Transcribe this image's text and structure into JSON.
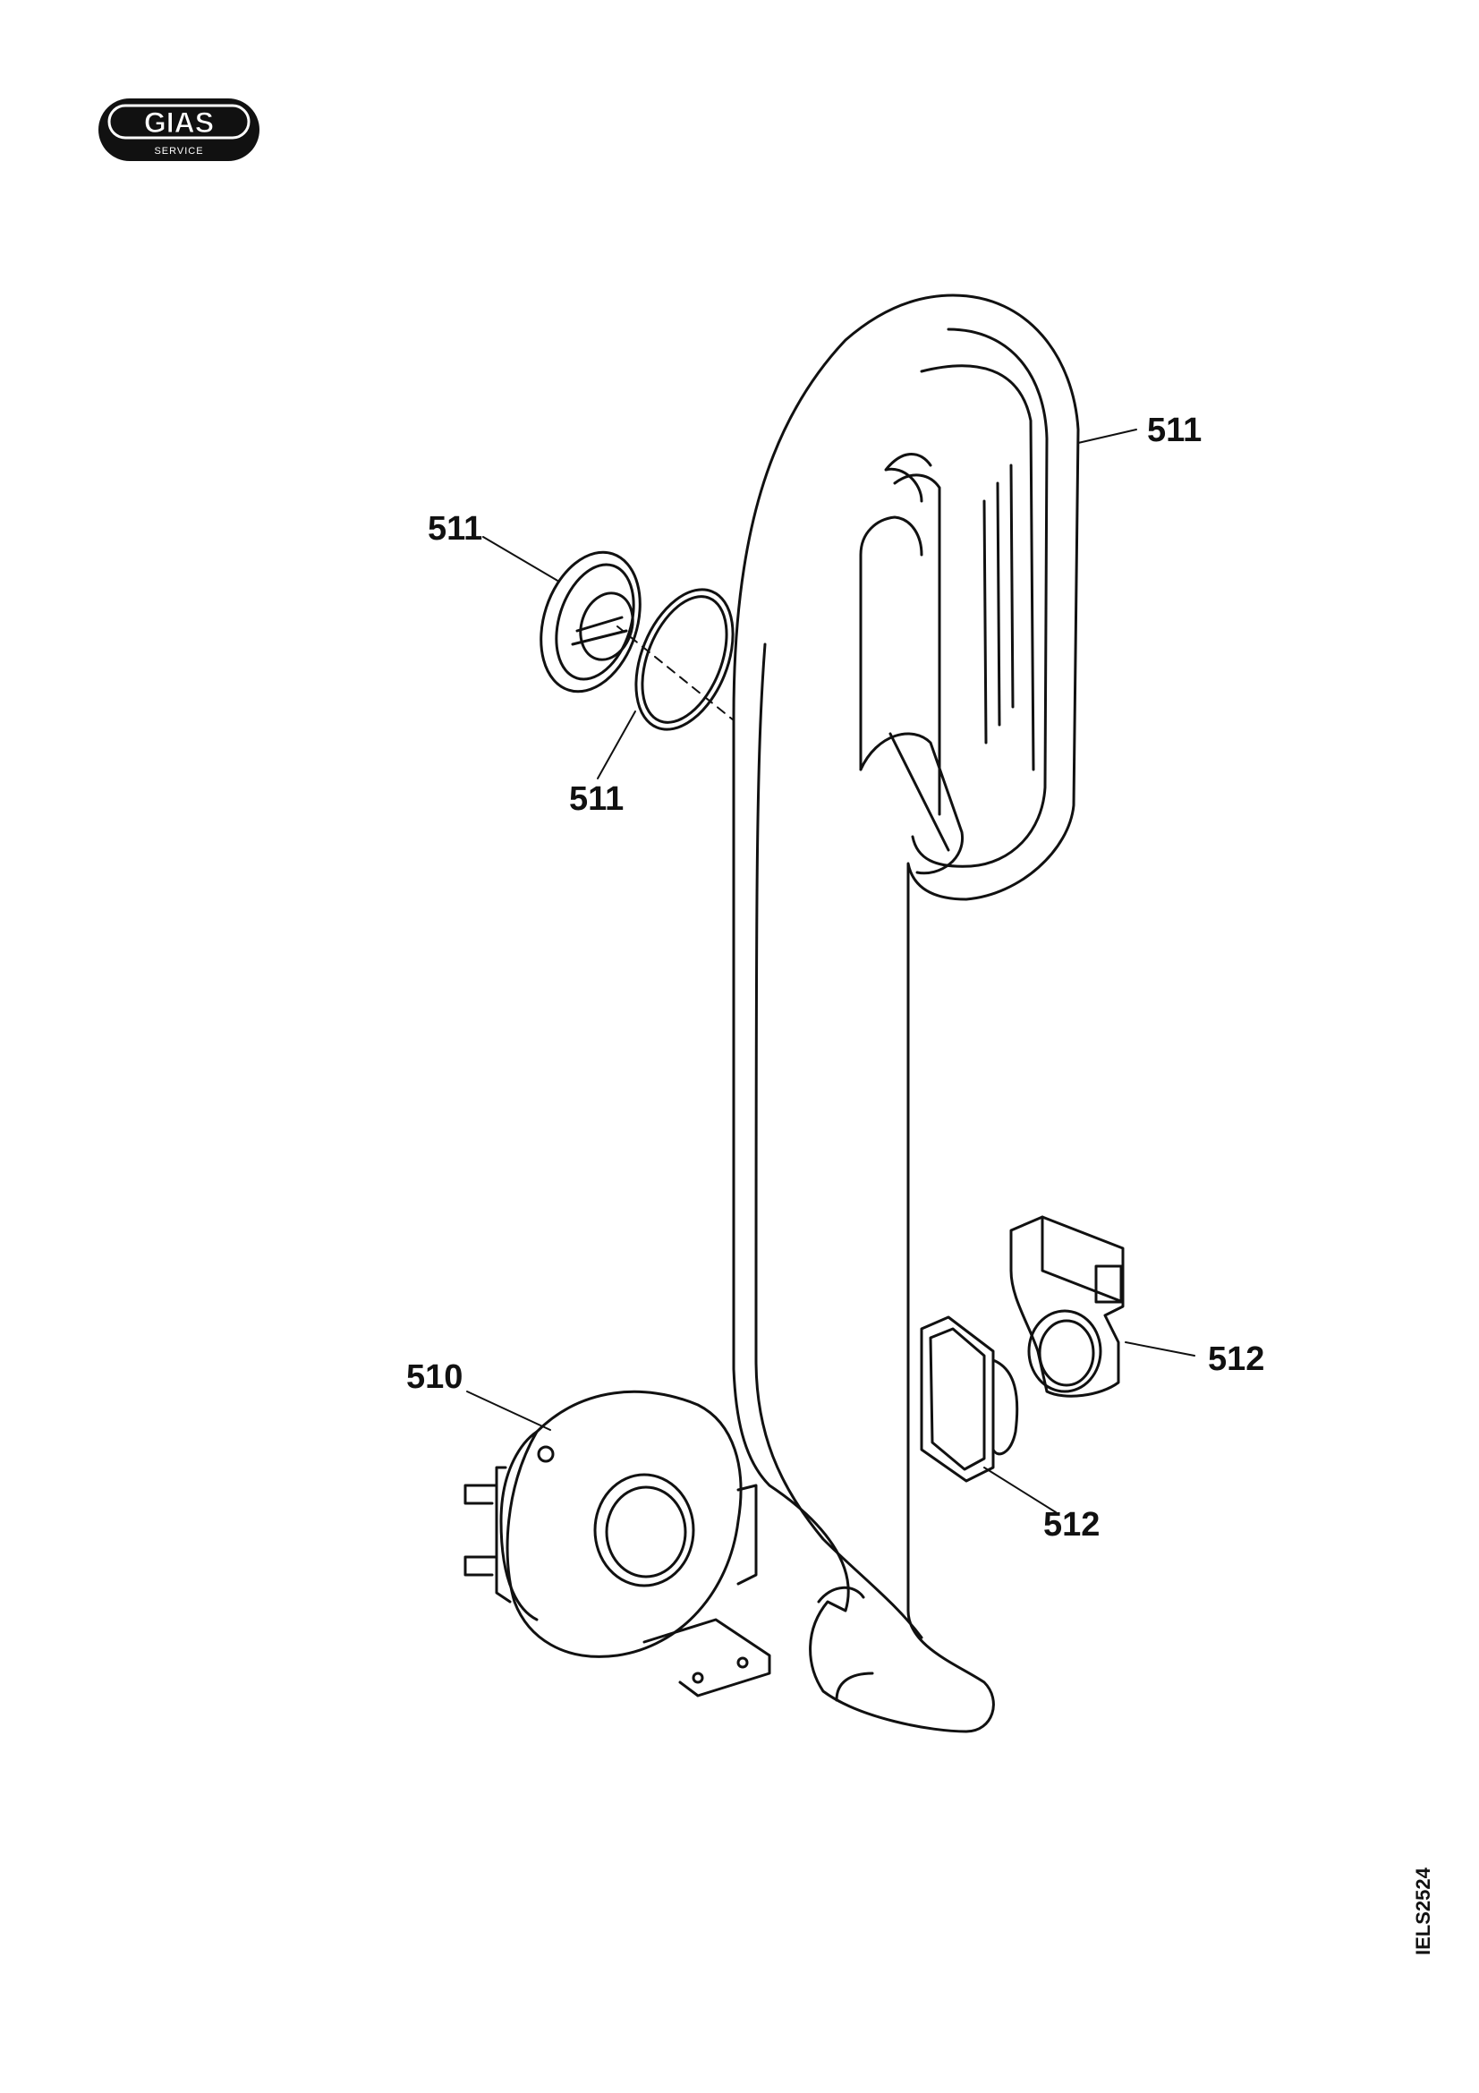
{
  "logo": {
    "brand": "GIAS",
    "subtitle": "SERVICE"
  },
  "callouts": {
    "duct_right": "511",
    "cap": "511",
    "ring": "511",
    "fan_outlet": "512",
    "adapter": "512",
    "blower": "510"
  },
  "doc_ref": "IELS2524"
}
